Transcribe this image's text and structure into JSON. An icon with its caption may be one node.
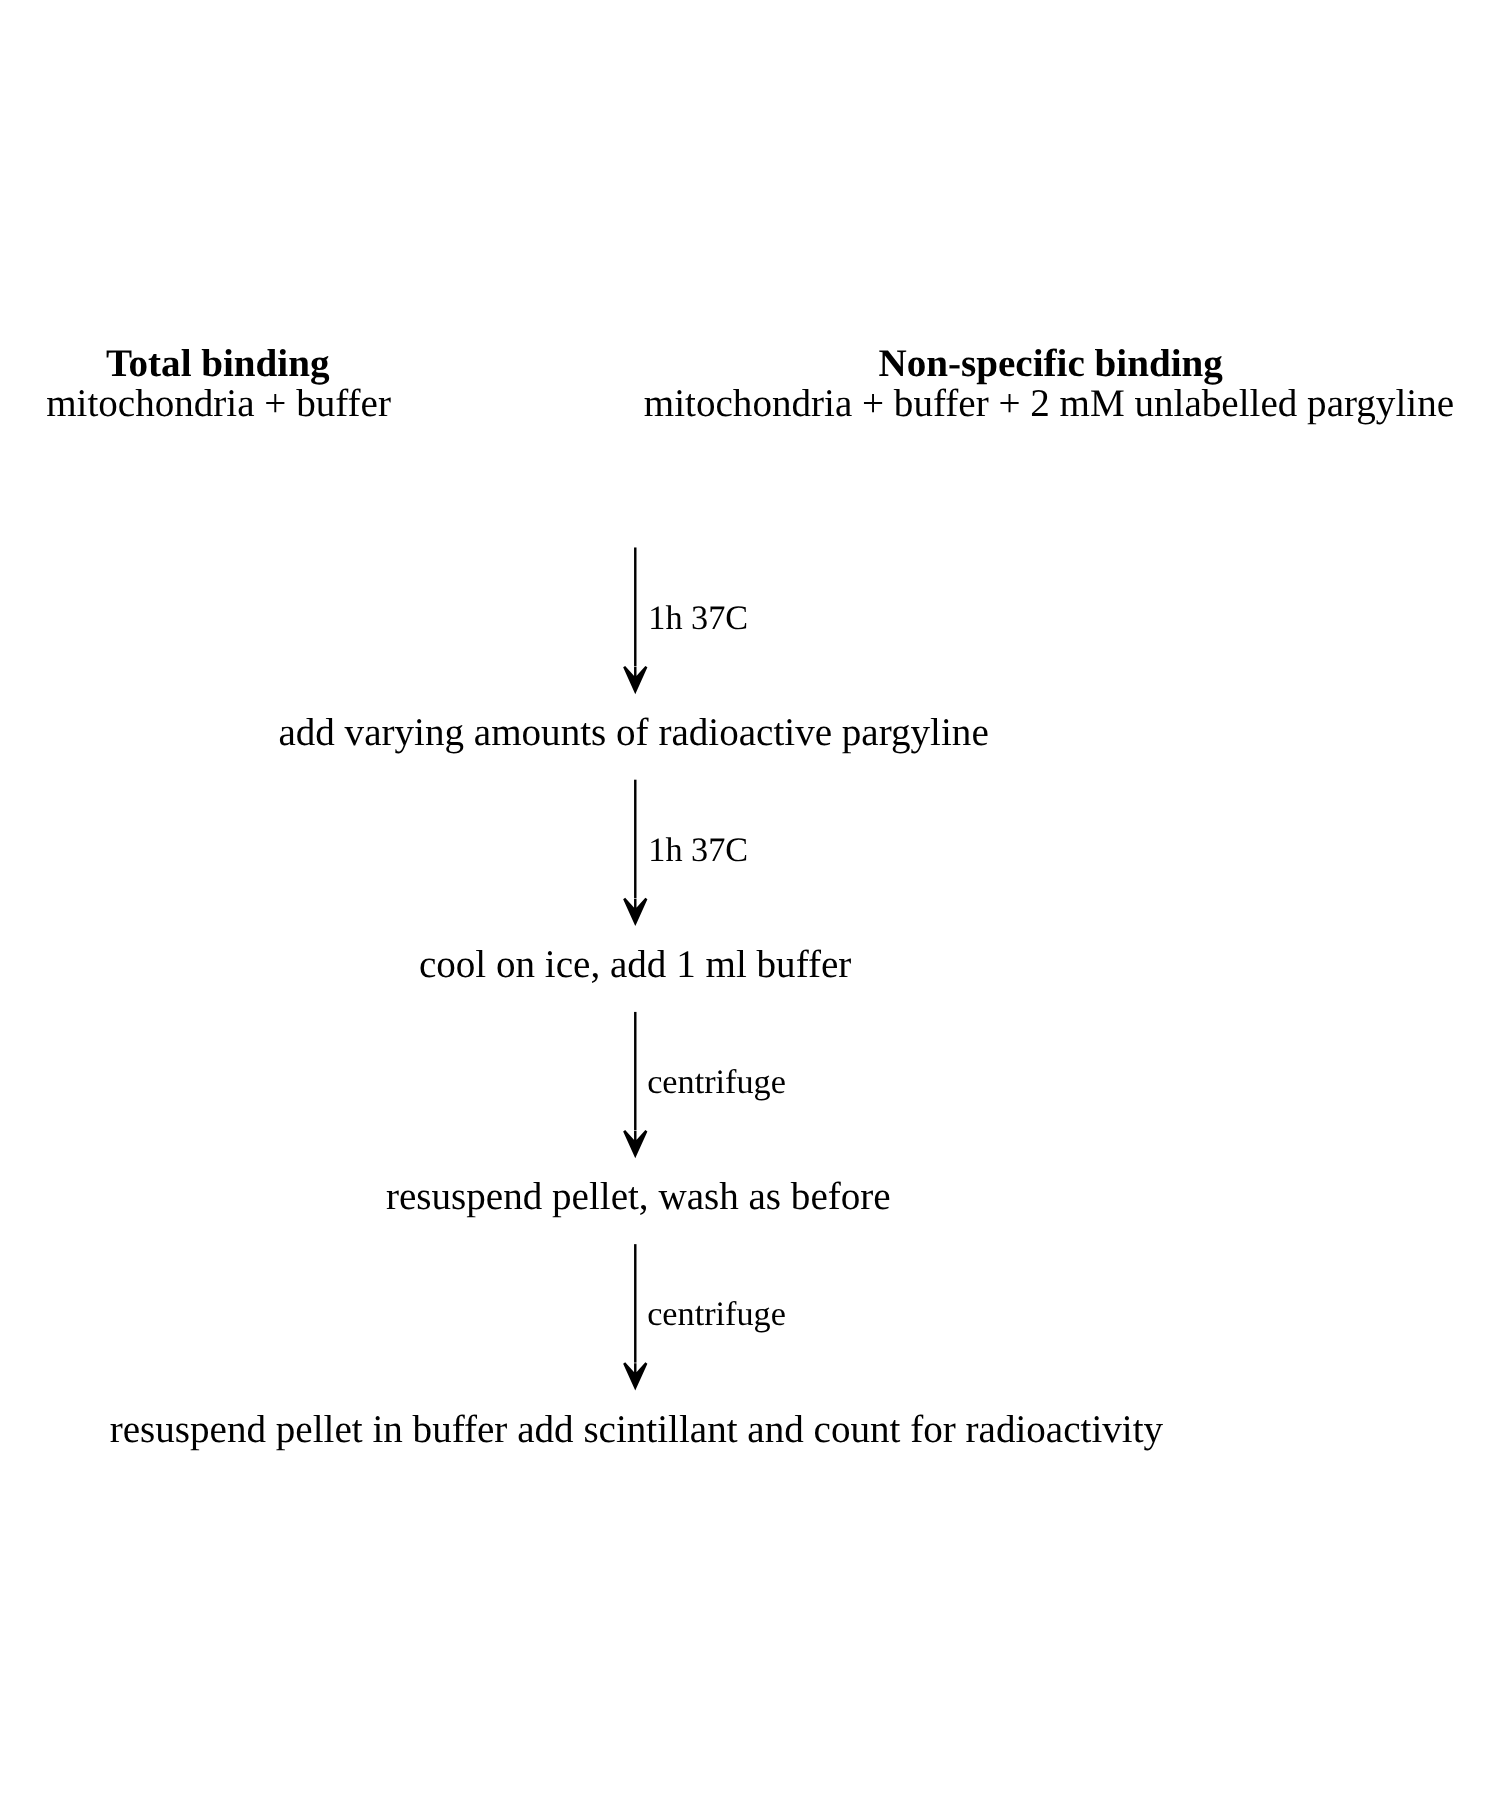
{
  "diagram": {
    "nodes": [
      {
        "text": [
          "Total binding",
          "mitochondria + buffer"
        ]
      },
      {
        "text": [
          "Non-specific binding",
          "mitochondria + buffer + 2 mM unlabelled pargyline"
        ]
      },
      {
        "text": [
          "add varying amounts of radioactive pargyline"
        ]
      },
      {
        "text": [
          "cool on ice, add 1 ml buffer"
        ]
      },
      {
        "text": [
          "resuspend pellet, wash as before"
        ]
      },
      {
        "text": [
          "resuspend pellet in buffer add scintillant and count for radioactivity"
        ]
      }
    ],
    "edges": [
      {
        "from": null,
        "to": 2,
        "arrow": "to",
        "label": "1h 37C"
      },
      {
        "from": 2,
        "to": 3,
        "arrow": "to",
        "label": "1h 37C"
      },
      {
        "from": 3,
        "to": 4,
        "arrow": "to",
        "label": "centrifuge"
      },
      {
        "from": 4,
        "to": 5,
        "arrow": "to",
        "label": "centrifuge"
      }
    ]
  }
}
